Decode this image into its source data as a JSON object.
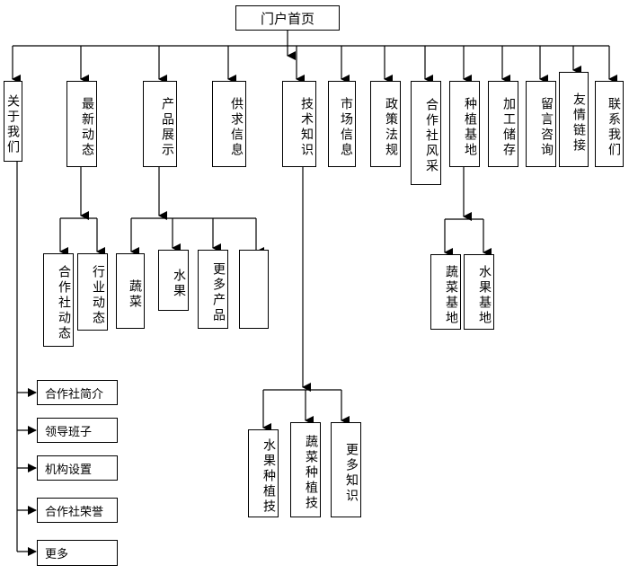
{
  "root": "门户首页",
  "top": [
    "关于我们",
    "最新动态",
    "产品展示",
    "供求信息",
    "技术知识",
    "市场信息",
    "政策法规",
    "合作社风采",
    "种植基地",
    "加工储存",
    "留言咨询",
    "友情链接",
    "联系我们"
  ],
  "about": [
    "合作社简介",
    "领导班子",
    "机构设置",
    "合作社荣誉",
    "更多"
  ],
  "news": [
    "合作社动态",
    "行业动态"
  ],
  "products": [
    "蔬菜",
    "水果",
    "更多产品",
    ""
  ],
  "tech": [
    "水果种植技",
    "蔬菜种植技",
    "更多知识"
  ],
  "base": [
    "蔬菜基地",
    "水果基地"
  ],
  "colors": {
    "line": "#000000",
    "background": "#ffffff"
  }
}
